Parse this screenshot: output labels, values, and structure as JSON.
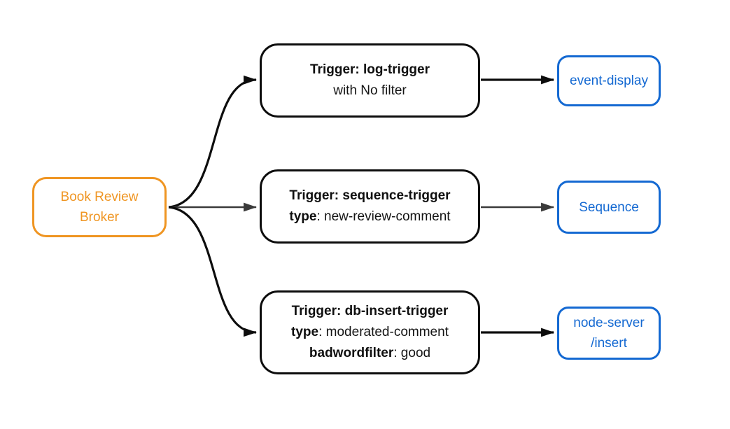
{
  "diagram": {
    "broker": {
      "label": "Book Review\nBroker"
    },
    "triggers": [
      {
        "title": "Trigger: log-trigger",
        "filter_note": "with No filter"
      },
      {
        "title": "Trigger: sequence-trigger",
        "attributes": [
          {
            "key": "type",
            "value": ": new-review-comment"
          }
        ]
      },
      {
        "title": "Trigger: db-insert-trigger",
        "attributes": [
          {
            "key": "type",
            "value": ": moderated-comment"
          },
          {
            "key": "badwordfilter",
            "value": ": good"
          }
        ]
      }
    ],
    "sinks": [
      {
        "label": "event-display"
      },
      {
        "label": "Sequence"
      },
      {
        "label": "node-server\n/insert"
      }
    ]
  },
  "colors": {
    "broker-accent": "#ef9522",
    "sink-accent": "#1469d2",
    "node-border": "#0d0d0d",
    "arrow-dark": "#0d0d0d",
    "arrow-gray": "#3a3a3a",
    "background": "#ffffff"
  }
}
